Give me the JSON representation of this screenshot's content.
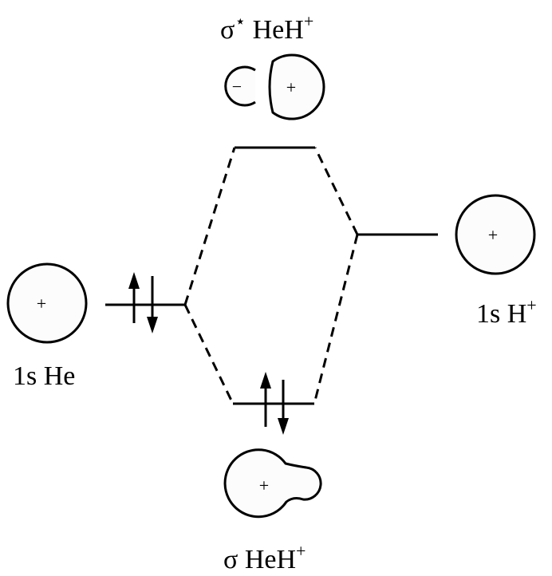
{
  "labels": {
    "antibonding": {
      "prefix": "σ",
      "star": "⋆",
      "species": " HeH",
      "charge": "+"
    },
    "bonding": {
      "prefix": "σ",
      "species": " HeH",
      "charge": "+"
    },
    "he_1s": "1s He",
    "h_1s": {
      "text": "1s H",
      "charge": "+"
    }
  },
  "orbital_signs": {
    "he_1s": "+",
    "h_1s": "+",
    "antibonding_small_lobe": "−",
    "antibonding_large_lobe": "+",
    "bonding": "+"
  },
  "electrons": {
    "he_1s": 2,
    "bonding": 2,
    "antibonding": 0,
    "h_1s": 0
  },
  "colors": {
    "line": "#000000",
    "orbital_fill": "#fcfcfc",
    "background": "#ffffff"
  }
}
